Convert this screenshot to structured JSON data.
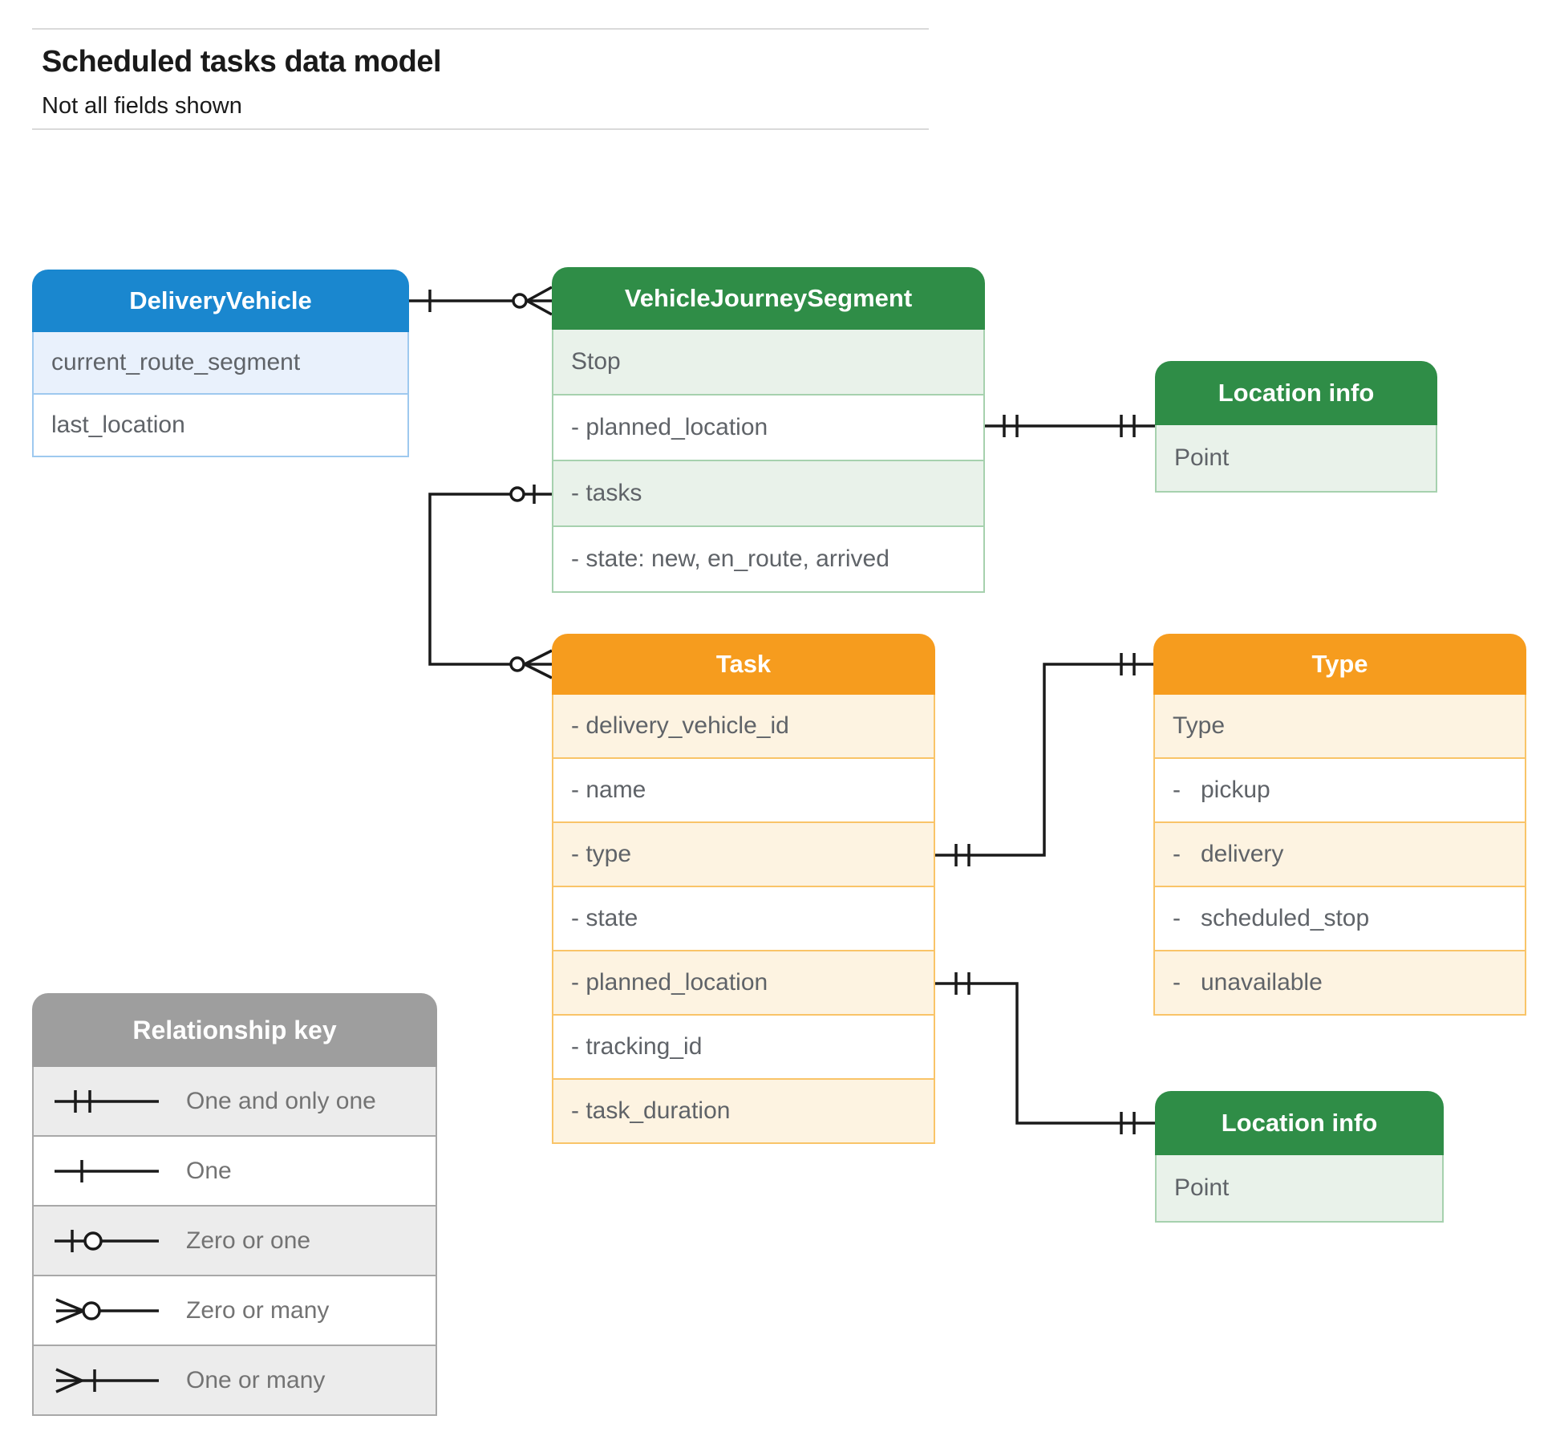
{
  "header": {
    "title": "Scheduled tasks data model",
    "subtitle": "Not all fields shown"
  },
  "entities": [
    {
      "title": "DeliveryVehicle",
      "color_name": "blue",
      "rows": [
        "current_route_segment",
        "last_location"
      ]
    },
    {
      "title": "VehicleJourneySegment",
      "color_name": "green",
      "rows": [
        "Stop",
        "- planned_location",
        "- tasks",
        "- state: new, en_route, arrived"
      ]
    },
    {
      "title": "Location info",
      "color_name": "green",
      "rows": [
        "Point"
      ]
    },
    {
      "title": "Task",
      "color_name": "orange",
      "rows": [
        "- delivery_vehicle_id",
        "- name",
        "- type",
        "- state",
        "- planned_location",
        "- tracking_id",
        "- task_duration"
      ]
    },
    {
      "title": "Type",
      "color_name": "orange",
      "rows": [
        "Type",
        "-   pickup",
        "-   delivery",
        "-   scheduled_stop",
        "-   unavailable"
      ]
    },
    {
      "title": "Location info",
      "color_name": "green",
      "rows": [
        "Point"
      ]
    }
  ],
  "relationships": [
    {
      "from": "DeliveryVehicle",
      "from_cardinality": "One",
      "to": "VehicleJourneySegment",
      "to_cardinality": "Zero or many"
    },
    {
      "from": "VehicleJourneySegment.planned_location",
      "from_cardinality": "One and only one",
      "to": "Location info",
      "to_cardinality": "One and only one"
    },
    {
      "from": "VehicleJourneySegment.tasks",
      "from_cardinality": "Zero or one",
      "to": "Task",
      "to_cardinality": "Zero or many"
    },
    {
      "from": "Task.type",
      "from_cardinality": "One and only one",
      "to": "Type",
      "to_cardinality": "One and only one"
    },
    {
      "from": "Task.planned_location",
      "from_cardinality": "One and only one",
      "to": "Location info",
      "to_cardinality": "One and only one"
    }
  ],
  "legend": {
    "title": "Relationship key",
    "items": [
      {
        "symbol": "one-and-only-one",
        "label": "One and only one"
      },
      {
        "symbol": "one",
        "label": "One"
      },
      {
        "symbol": "zero-or-one",
        "label": "Zero or one"
      },
      {
        "symbol": "zero-or-many",
        "label": "Zero or many"
      },
      {
        "symbol": "one-or-many",
        "label": "One or many"
      }
    ]
  },
  "colors": {
    "blue_header": "#1a87cf",
    "green_header": "#2f8d47",
    "orange_header": "#f69c1e",
    "gray_header": "#9e9e9e",
    "field_text": "#5f6368",
    "connector": "#1a1a1a"
  }
}
